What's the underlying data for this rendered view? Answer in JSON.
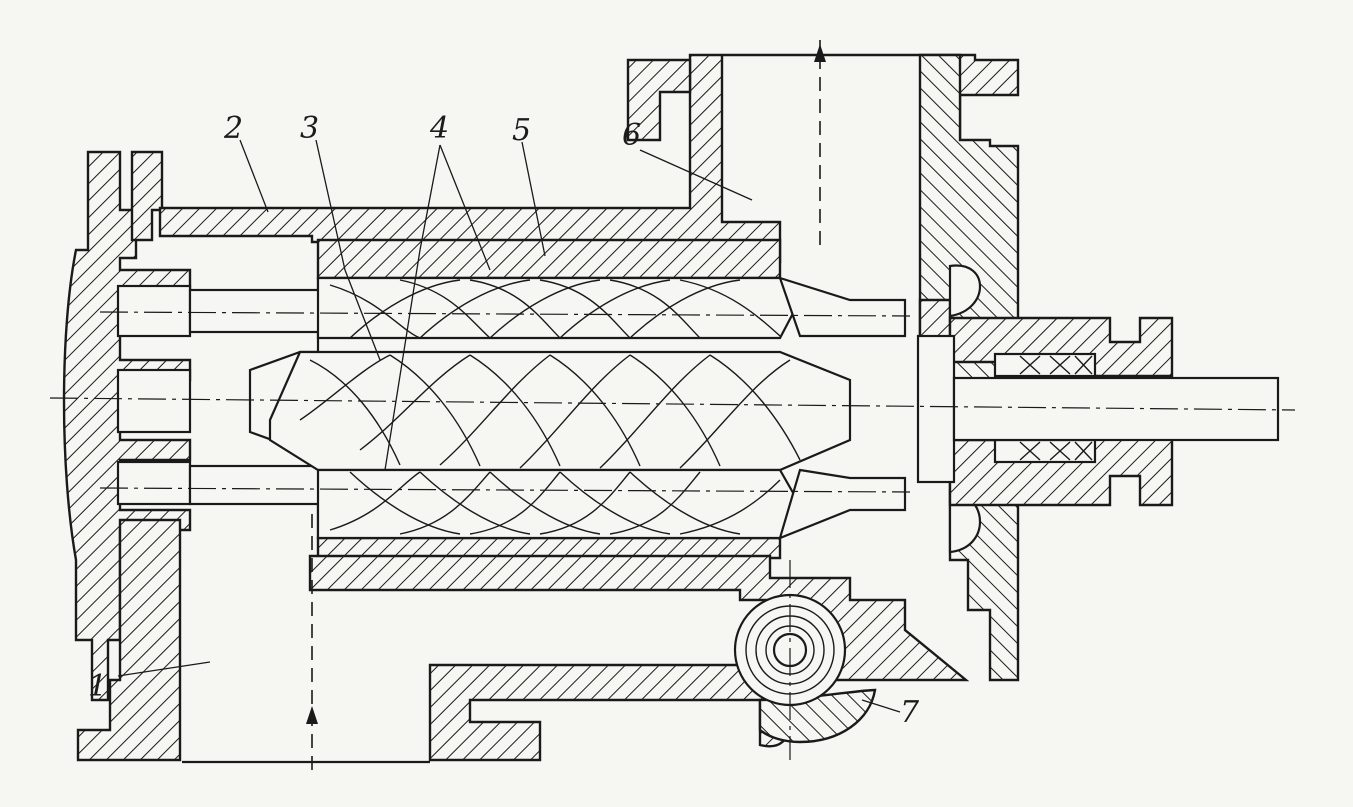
{
  "labels": {
    "l1": "1",
    "l2": "2",
    "l3": "3",
    "l4": "4",
    "l5": "5",
    "l6": "6",
    "l7": "7"
  },
  "colors": {
    "ink": "#1a1a1a",
    "paper": "#f6f6f3"
  }
}
